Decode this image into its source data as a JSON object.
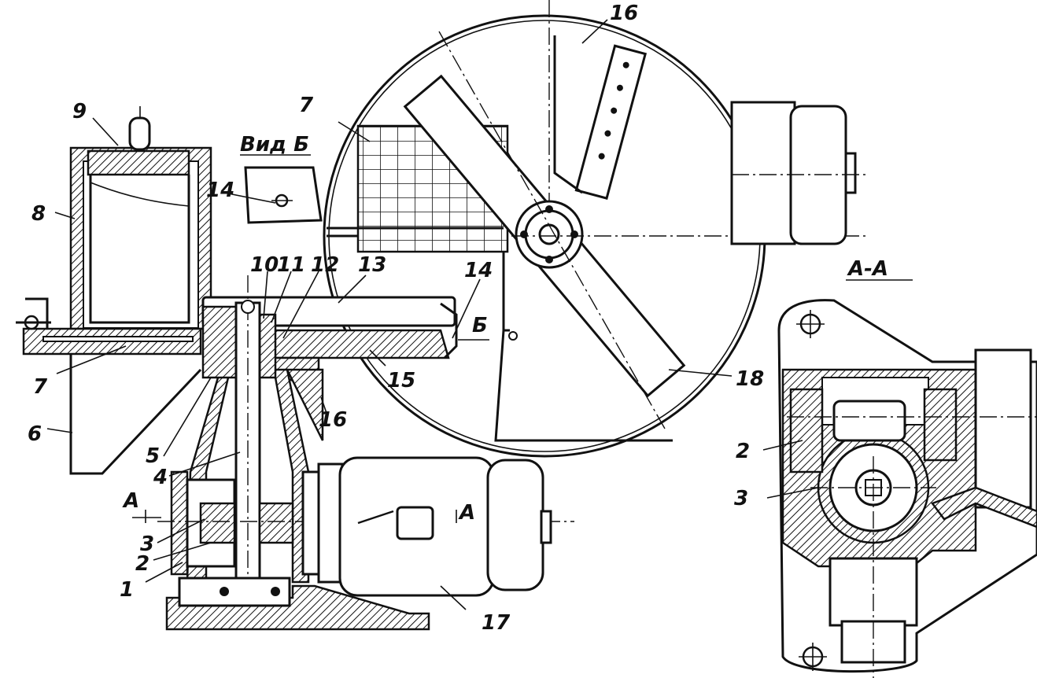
{
  "view_labels": {
    "view_b": "Вид Б",
    "section_aa": "А-А",
    "cut_a_left": "А",
    "cut_a_right": "А",
    "arrow_b": "Б"
  },
  "part_labels": {
    "p1": "1",
    "p2": "2",
    "p3": "3",
    "p4": "4",
    "p5": "5",
    "p6": "6",
    "p7": "7",
    "p7_top": "7",
    "p8": "8",
    "p9": "9",
    "p10": "10",
    "p11": "11",
    "p12": "12",
    "p13": "13",
    "p14": "14",
    "p14_view": "14",
    "p15": "15",
    "p16": "16",
    "p16_top": "16",
    "p17": "17",
    "p18": "18",
    "aa_2": "2",
    "aa_3": "3"
  }
}
